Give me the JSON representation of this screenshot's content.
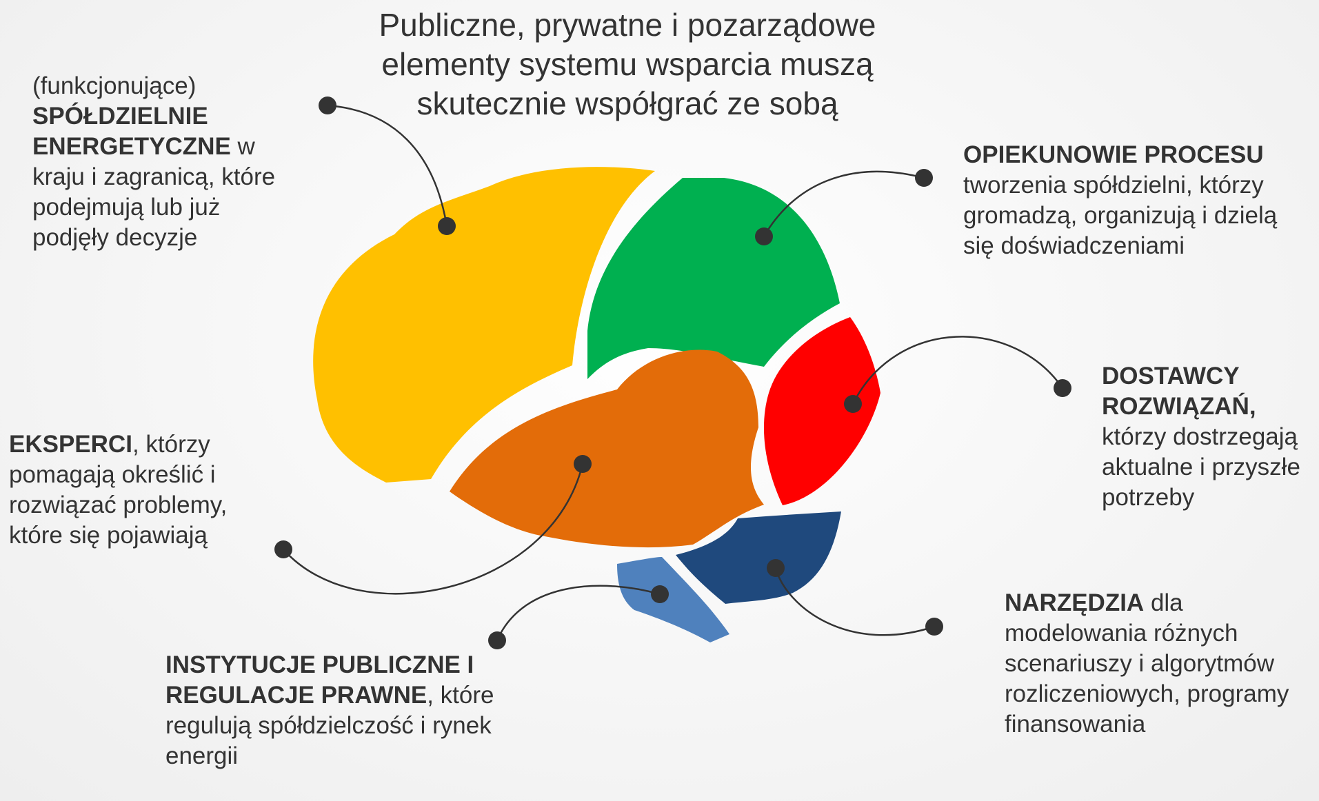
{
  "title": "Publiczne, prywatne i pozarządowe elementy systemu wsparcia muszą skutecznie współgrać ze sobą",
  "colors": {
    "yellow_lobe": "#FFC000",
    "green_lobe": "#00B050",
    "orange_lobe": "#E36C09",
    "red_lobe": "#FF0000",
    "navy_lobe": "#1F497D",
    "brainstem": "#4F81BD",
    "connector": "#333333",
    "text": "#333333"
  },
  "labels": {
    "spoldzielnie": {
      "pre": "(funkcjonujące)",
      "bold": "SPÓŁDZIELNIE ENERGETYCZNE",
      "rest": " w kraju i zagranicą, które podejmują lub już podjęły decyzje"
    },
    "opiekunowie": {
      "bold": "OPIEKUNOWIE PROCESU",
      "rest": "tworzenia spółdzielni, którzy gromadzą, organizują i dzielą się doświadczeniami"
    },
    "dostawcy": {
      "bold": "DOSTAWCY ROZWIĄZAŃ,",
      "rest": "którzy dostrzegają aktualne i przyszłe potrzeby"
    },
    "eksperci": {
      "bold": "EKSPERCI",
      "rest": ", którzy pomagają określić i rozwiązać problemy, które się pojawiają"
    },
    "instytucje": {
      "bold": "INSTYTUCJE PUBLICZNE I REGULACJE PRAWNE",
      "rest": ", które regulują spółdzielczość i rynek energii"
    },
    "narzedzia": {
      "bold": "NARZĘDZIA",
      "rest": " dla modelowania różnych scenariuszy i algorytmów rozliczeniowych, programy finansowania"
    }
  }
}
